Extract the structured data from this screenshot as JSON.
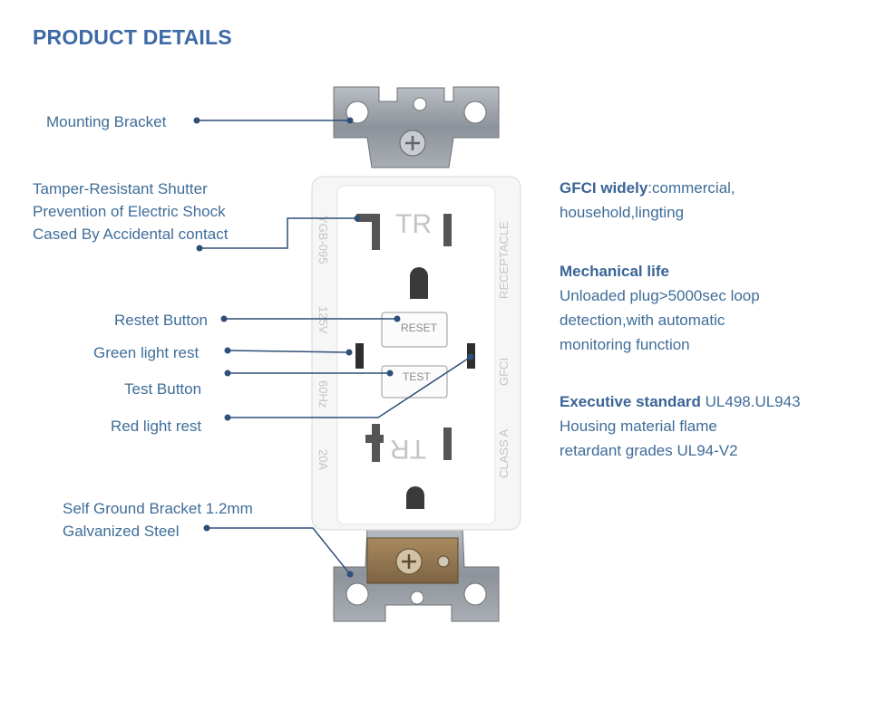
{
  "title": "PRODUCT DETAILS",
  "callouts": {
    "mounting_bracket": "Mounting Bracket",
    "shutter": [
      "Tamper-Resistant Shutter",
      "Prevention of Electric Shock",
      "Cased By Accidental contact"
    ],
    "reset_button": "Restet Button",
    "green_light": "Green light rest",
    "test_button": "Test Button",
    "red_light": "Red light rest",
    "ground_bracket": [
      "Self Ground Bracket 1.2mm",
      "Galvanized Steel"
    ]
  },
  "specs": {
    "gfci": {
      "heading": "GFCI widely",
      "text": ":commercial,",
      "line2": "household,lingting"
    },
    "mechanical": {
      "heading": "Mechanical life",
      "lines": [
        "Unloaded plug>5000sec loop",
        "detection,with automatic",
        "monitoring function"
      ]
    },
    "standard": {
      "heading": "Executive standard",
      "text": " UL498.UL943",
      "lines": [
        "Housing material flame",
        "retardant grades UL94-V2"
      ]
    }
  },
  "device_markings": {
    "tr": "TR",
    "reset": "RESET",
    "test": "TEST",
    "model": "YGB-095",
    "volts": "125V",
    "hertz": "60Hz",
    "amps": "20A",
    "receptacle": "RECEPTACLE",
    "gfci": "GFCI",
    "class": "CLASS A"
  },
  "colors": {
    "title": "#3d6aa6",
    "label": "#3f6d99",
    "leader": "#2f4f78"
  }
}
